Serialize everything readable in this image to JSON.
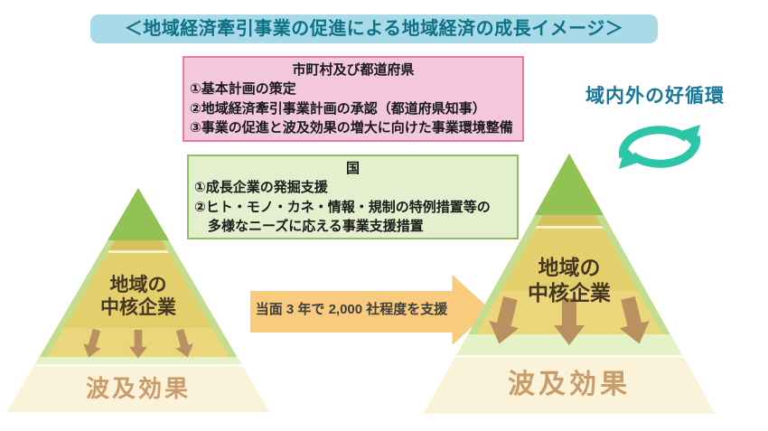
{
  "title": "＜地域経済牽引事業の促進による地域経済の成長イメージ＞",
  "municipality_box": {
    "header": "市町村及び都道府県",
    "items": [
      "①基本計画の策定",
      "②地域経済牽引事業計画の承認（都道府県知事）",
      "③事業の促進と波及効果の増大に向けた事業環境整備"
    ]
  },
  "national_box": {
    "header": "国",
    "items": [
      "①成長企業の発掘支援",
      "②ヒト・モノ・カネ・情報・規制の特例措置等の",
      "多様なニーズに応える事業支援措置"
    ]
  },
  "cycle": {
    "label": "域内外の好循環",
    "icon": "cycle-arrows-icon"
  },
  "support_arrow": {
    "label": "当面 3 年で 2,000 社程度を支援"
  },
  "pyramid_left": {
    "core_label_line1": "地域の",
    "core_label_line2": "中核企業",
    "ripple_label": "波及効果"
  },
  "pyramid_right": {
    "core_label_line1": "地域の",
    "core_label_line2": "中核企業",
    "ripple_label": "波及効果"
  },
  "colors": {
    "title_bg": "#a8dae7",
    "title_text": "#0e7187",
    "municipality_bg": "#f3c8dc",
    "municipality_border": "#e87a9f",
    "national_bg": "#e4efcd",
    "national_border": "#8fbe5f",
    "cycle_text": "#17789b",
    "cycle_icon": "#2cc5a7",
    "support_arrow": "#f8cb7e",
    "pyramid_apex_green": "#93c254",
    "pyramid_edge_green": "#c3dc8e",
    "pyramid_olive_band": "#d5c25f",
    "pyramid_yellow_band": "#e3cf6b",
    "pyramid_pale_green_band": "#e4f2c6",
    "pyramid_cream_band": "#fbf3d9",
    "down_arrows": "#b9905f",
    "ripple_text": "#c99d6b"
  }
}
